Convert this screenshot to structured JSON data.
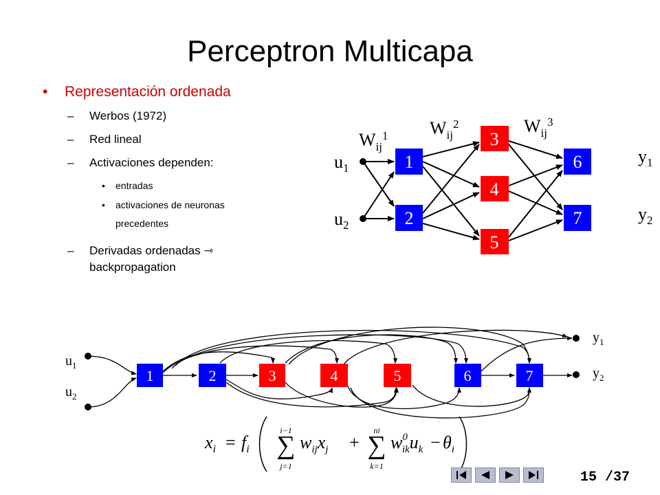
{
  "title": "Perceptron Multicapa",
  "bullets": {
    "main": {
      "marker": "•",
      "text": "Representación ordenada"
    },
    "items": [
      {
        "marker": "–",
        "text": "Werbos (1972)"
      },
      {
        "marker": "–",
        "text": "Red lineal"
      },
      {
        "marker": "–",
        "text": "Activaciones dependen:"
      },
      {
        "marker": "•",
        "text": "entradas"
      },
      {
        "marker": "•",
        "text": "activaciones de neuronas"
      },
      {
        "marker": "",
        "text": "precedentes"
      },
      {
        "marker": "–",
        "text": "Derivadas ordenadas ⇾"
      },
      {
        "marker": "",
        "text": "backpropagation"
      }
    ]
  },
  "network": {
    "nodes": [
      "1",
      "2",
      "3",
      "4",
      "5",
      "6",
      "7"
    ],
    "inputs": [
      "u",
      "u"
    ],
    "input_subs": [
      "1",
      "2"
    ],
    "outputs": [
      "y",
      "y"
    ],
    "output_subs": [
      "1",
      "2"
    ],
    "weight_base": "W",
    "weight_sub": "ij",
    "weight_sups": [
      "1",
      "2",
      "3"
    ]
  },
  "ordered": {
    "nodes": [
      "1",
      "2",
      "3",
      "4",
      "5",
      "6",
      "7"
    ],
    "inputs": [
      "u",
      "u"
    ],
    "input_subs": [
      "1",
      "2"
    ],
    "outputs": [
      "y",
      "y"
    ],
    "output_subs": [
      "1",
      "2"
    ]
  },
  "formula": {
    "lhs": "x",
    "i": "i",
    "f": "f",
    "sum1_upper": "i−1",
    "sum1_lower": "j=1",
    "w": "w",
    "ij": "ij",
    "xj": "x",
    "j": "j",
    "sum2_upper": "ni",
    "sum2_lower": "k=1",
    "w0": "w",
    "sup0": "0",
    "ik": "ik",
    "u": "u",
    "k": "k",
    "minus": "−",
    "theta": "θ",
    "plus": "+",
    "equals": "="
  },
  "colors": {
    "node_blue": "#0000ff",
    "node_red": "#ff0000",
    "title_bullet": "#cc0000"
  },
  "footer": {
    "page": "15 /37"
  },
  "nav_icons": [
    "first-page-icon",
    "previous-page-icon",
    "next-page-icon",
    "last-page-icon"
  ]
}
